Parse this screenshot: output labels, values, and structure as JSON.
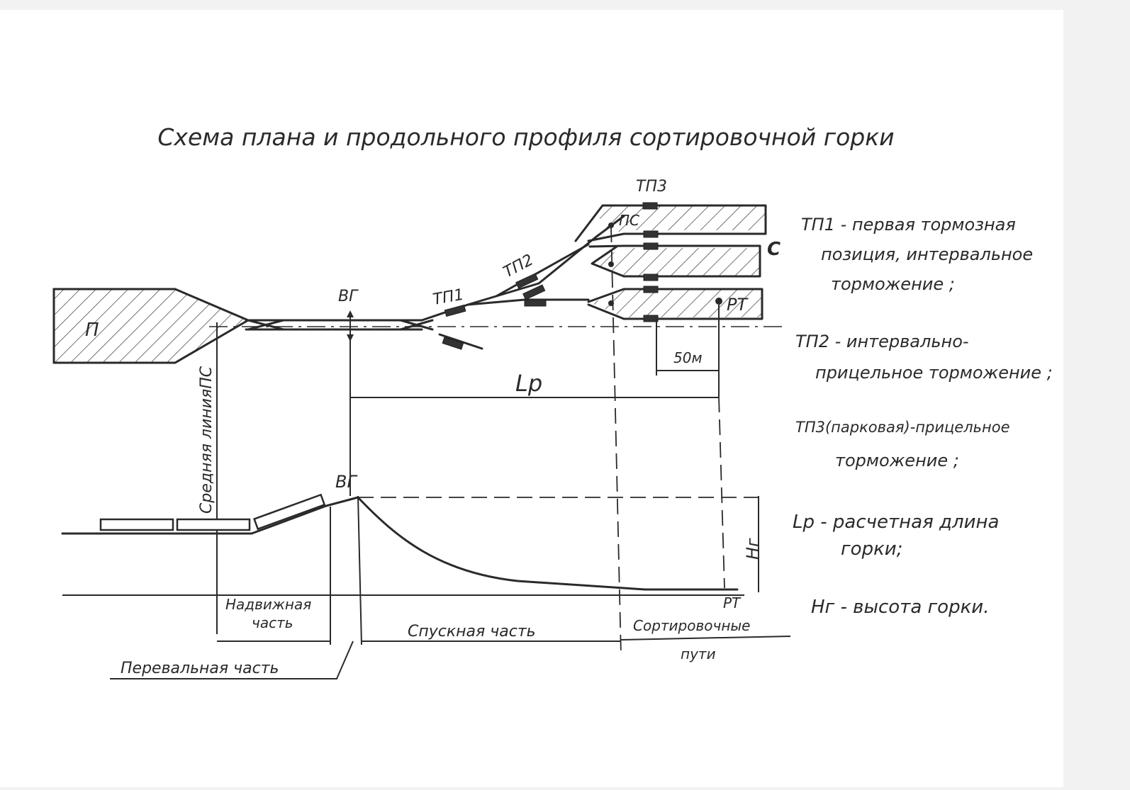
{
  "title": "Схема плана и продольного профиля сортировочной горки",
  "plan": {
    "park_left": "П",
    "vg_top": "ВГ",
    "tp1": "ТП1",
    "tp2": "ТП2",
    "tp3": "ТП3",
    "ps_top": "ПС",
    "park_right": "С",
    "rt_top": "РТ",
    "dist_50": "50м",
    "lp_sym": "Lр",
    "mid_line": "Средняя линияПС"
  },
  "profile": {
    "vg": "ВГ",
    "hg": "Нг",
    "rt": "РТ",
    "nadv_1": "Надвижная",
    "nadv_2": "часть",
    "spusk": "Спускная часть",
    "sort_1": "Сортировочные",
    "sort_2": "пути",
    "pereval": "Перевальная часть"
  },
  "legend": {
    "l1a": "ТП1 - первая тормозная",
    "l1b": "позиция, интервальное",
    "l1c": "торможение ;",
    "l2a": "ТП2 - интервально-",
    "l2b": "прицельное торможение ;",
    "l3a": "ТП3(парковая)-прицельное",
    "l3b": "торможение ;",
    "l4a": "Lр - расчетная длина",
    "l4b": "горки;",
    "l5": "Нг - высота горки."
  }
}
